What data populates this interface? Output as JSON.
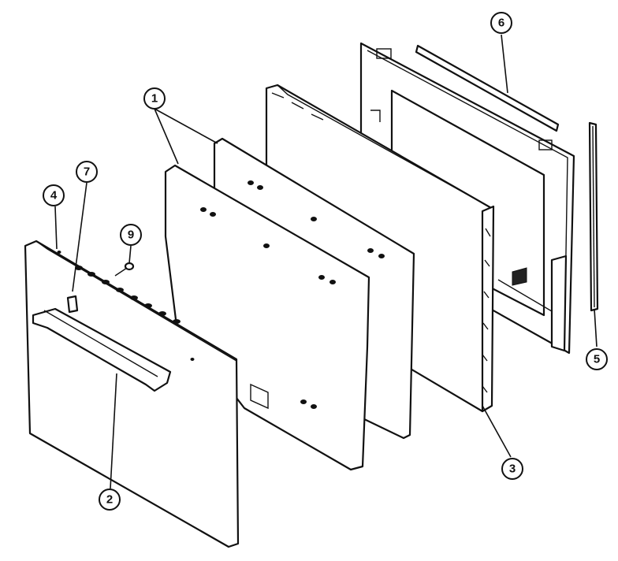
{
  "diagram": {
    "callouts": [
      {
        "id": "1",
        "label": "1"
      },
      {
        "id": "2",
        "label": "2"
      },
      {
        "id": "3",
        "label": "3"
      },
      {
        "id": "4",
        "label": "4"
      },
      {
        "id": "5",
        "label": "5"
      },
      {
        "id": "6",
        "label": "6"
      },
      {
        "id": "7",
        "label": "7"
      },
      {
        "id": "9",
        "label": "9"
      }
    ],
    "colors": {
      "ink": "#111111",
      "paper": "#ffffff"
    }
  }
}
